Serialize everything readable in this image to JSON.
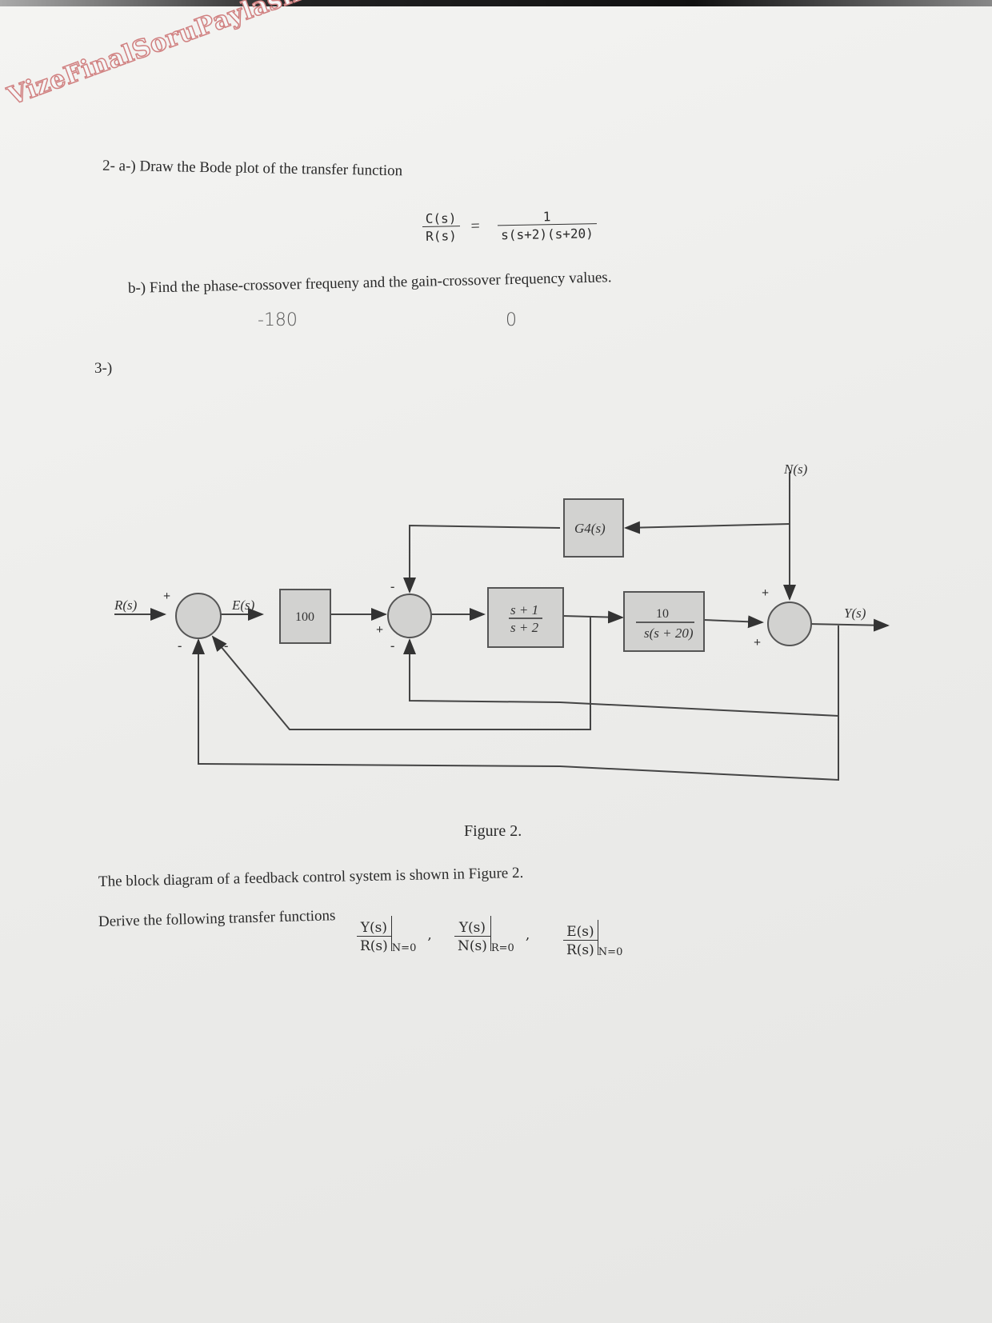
{
  "watermark": "VizeFinalSoruPaylasimi.com",
  "q2": {
    "part_a": "2- a-) Draw the Bode plot of the transfer function",
    "lhs_num": "C(s)",
    "lhs_den": "R(s)",
    "equals": "=",
    "rhs_num": "1",
    "rhs_den": "s(s+2)(s+20)",
    "part_b": "b-) Find the phase-crossover frequeny and the gain-crossover frequency values.",
    "handwritten_phase": "-180",
    "handwritten_gain": "0"
  },
  "q3": {
    "label": "3-)",
    "diagram": {
      "input": "R(s)",
      "error": "E(s)",
      "gain_block": "100",
      "block2_num": "s + 1",
      "block2_den": "s + 2",
      "block3_num": "10",
      "block3_den": "s(s + 20)",
      "feedback_block": "G4(s)",
      "disturbance": "N(s)",
      "output": "Y(s)",
      "plus": "+",
      "minus": "-"
    },
    "caption": "Figure 2.",
    "description": "The block diagram of a feedback control system is shown in Figure 2.",
    "instruction": "Derive the following transfer functions",
    "transfer_functions": [
      {
        "num": "Y(s)",
        "den": "R(s)",
        "cond": "N=0"
      },
      {
        "num": "Y(s)",
        "den": "N(s)",
        "cond": "R=0"
      },
      {
        "num": "E(s)",
        "den": "R(s)",
        "cond": "N=0"
      }
    ],
    "separator": ","
  }
}
